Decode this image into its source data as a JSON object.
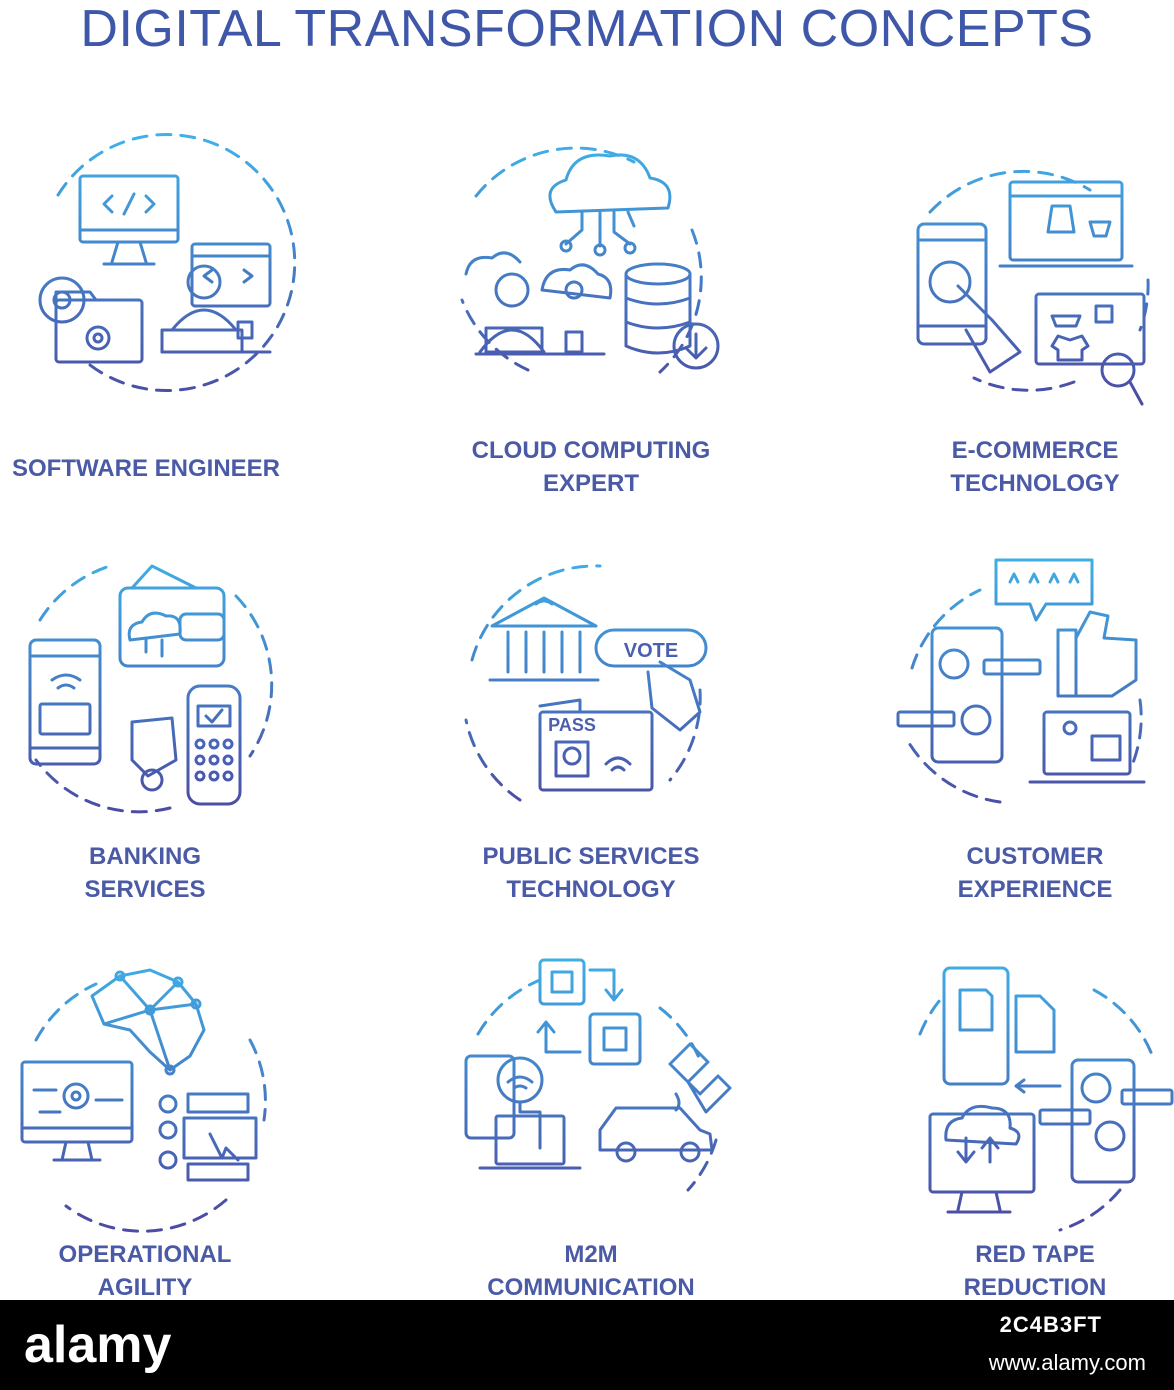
{
  "title": "DIGITAL TRANSFORMATION CONCEPTS",
  "colors": {
    "gradient_top": "#3fb1e8",
    "gradient_bottom": "#4b4ca4",
    "label": "#4a5aa6",
    "footer_bg": "#000000"
  },
  "concepts": [
    {
      "icon": "software-engineer-icon",
      "lines": [
        "SOFTWARE ENGINEER"
      ]
    },
    {
      "icon": "cloud-computing-icon",
      "lines": [
        "CLOUD COMPUTING",
        "EXPERT"
      ]
    },
    {
      "icon": "e-commerce-icon",
      "lines": [
        "E-COMMERCE",
        "TECHNOLOGY"
      ]
    },
    {
      "icon": "banking-services-icon",
      "lines": [
        "BANKING",
        "SERVICES"
      ]
    },
    {
      "icon": "public-services-icon",
      "lines": [
        "PUBLIC SERVICES",
        "TECHNOLOGY"
      ],
      "icon_text": [
        "VOTE",
        "PASS"
      ]
    },
    {
      "icon": "customer-experience-icon",
      "lines": [
        "CUSTOMER",
        "EXPERIENCE"
      ]
    },
    {
      "icon": "operational-agility-icon",
      "lines": [
        "OPERATIONAL",
        "AGILITY"
      ]
    },
    {
      "icon": "m2m-communication-icon",
      "lines": [
        "M2M",
        "COMMUNICATION"
      ]
    },
    {
      "icon": "red-tape-reduction-icon",
      "lines": [
        "RED TAPE",
        "REDUCTION"
      ]
    }
  ],
  "footer": {
    "brand": "alamy",
    "image_id": "2C4B3FT",
    "url": "www.alamy.com"
  }
}
